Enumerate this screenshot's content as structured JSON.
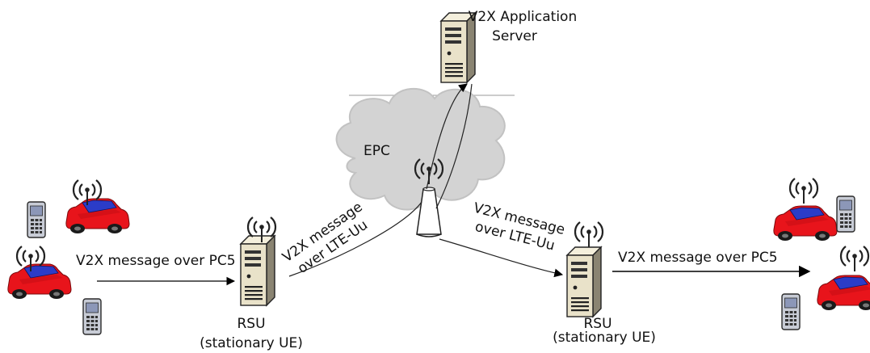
{
  "nodes": {
    "server": {
      "line1": "V2X Application",
      "line2": "Server"
    },
    "core": {
      "label": "EPC"
    },
    "rsu_left": {
      "line1": "RSU",
      "line2": "(stationary UE)"
    },
    "rsu_right": {
      "line1": "RSU",
      "line2": "(stationary UE)"
    }
  },
  "links": {
    "pc5_left": "V2X message over PC5",
    "uu_left": {
      "line1": "V2X message",
      "line2": "over LTE-Uu"
    },
    "uu_right": {
      "line1": "V2X message",
      "line2": "over LTE-Uu"
    },
    "pc5_right": "V2X message over PC5"
  },
  "colors": {
    "car_body": "#e8141b",
    "car_roof": "#2b3cc8",
    "cloud": "#d3d3d3",
    "server_body": "#e9e2c9"
  }
}
